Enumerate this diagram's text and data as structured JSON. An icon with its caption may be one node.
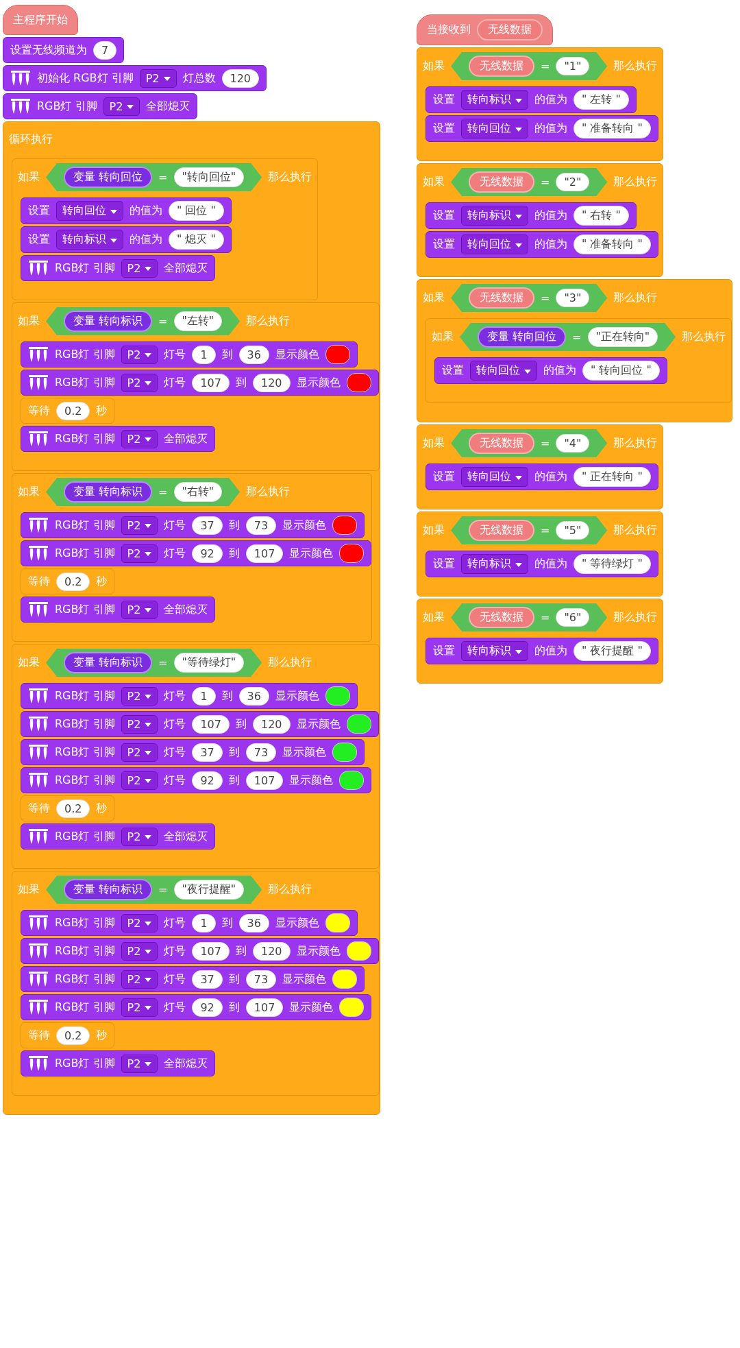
{
  "diagram": {
    "nodes": [
      {
        "text": [
          "主程序开始"
        ]
      },
      {
        "text": [
          "设置无线频道为",
          "7"
        ]
      },
      {
        "text": [
          "初始化 RGB灯 引脚",
          "P2",
          "灯总数",
          "120"
        ]
      },
      {
        "text": [
          "RGB灯 引脚",
          "P2",
          "全部熄灭"
        ]
      },
      {
        "text": [
          "循环执行"
        ]
      },
      {
        "text": [
          "如果",
          "变量 转向回位",
          "=",
          "\"转向回位\"",
          "那么执行"
        ],
        "in": 4
      },
      {
        "text": [
          "设置",
          "转向回位",
          "的值为",
          "\" 回位 \""
        ],
        "in": 5
      },
      {
        "text": [
          "设置",
          "转向标识",
          "的值为",
          "\" 熄灭 \""
        ],
        "in": 5
      },
      {
        "text": [
          "RGB灯 引脚",
          "P2",
          "全部熄灭"
        ],
        "in": 5
      },
      {
        "text": [
          "如果",
          "变量 转向标识",
          "=",
          "\"左转\"",
          "那么执行"
        ],
        "in": 4
      },
      {
        "text": [
          "RGB灯 引脚",
          "P2",
          "灯号",
          "1",
          "到",
          "36",
          "显示颜色"
        ],
        "in": 9
      },
      {
        "text": [],
        "shape": "circle",
        "in": 10
      },
      {
        "text": [
          "RGB灯 引脚",
          "P2",
          "灯号",
          "107",
          "到",
          "120",
          "显示颜色"
        ],
        "in": 9
      },
      {
        "text": [],
        "shape": "circle",
        "in": 12
      },
      {
        "text": [
          "等待",
          "0.2",
          "秒"
        ],
        "in": 9
      },
      {
        "text": [
          "RGB灯 引脚",
          "P2",
          "全部熄灭"
        ],
        "in": 9
      },
      {
        "text": [
          "如果",
          "变量 转向标识",
          "=",
          "\"右转\"",
          "那么执行"
        ],
        "in": 4
      },
      {
        "text": [
          "RGB灯 引脚",
          "P2",
          "灯号",
          "37",
          "到",
          "73",
          "显示颜色"
        ],
        "in": 16
      },
      {
        "text": [],
        "shape": "circle",
        "in": 17
      },
      {
        "text": [
          "RGB灯 引脚",
          "P2",
          "灯号",
          "92",
          "到",
          "107",
          "显示颜色"
        ],
        "in": 16
      },
      {
        "text": [],
        "shape": "circle",
        "in": 19
      },
      {
        "text": [
          "等待",
          "0.2",
          "秒"
        ],
        "in": 16
      },
      {
        "text": [
          "RGB灯 引脚",
          "P2",
          "全部熄灭"
        ],
        "in": 16
      },
      {
        "text": [
          "如果",
          "变量 转向标识",
          "=",
          "\"等待绿灯\"",
          "那么执行"
        ],
        "in": 4
      },
      {
        "text": [
          "RGB灯 引脚",
          "P2",
          "灯号",
          "1",
          "到",
          "36",
          "显示颜色"
        ],
        "in": 23
      },
      {
        "text": [],
        "shape": "circle",
        "in": 24
      },
      {
        "text": [
          "RGB灯 引脚",
          "P2",
          "灯号",
          "107",
          "到",
          "120",
          "显示颜色"
        ],
        "in": 23
      },
      {
        "text": [],
        "shape": "circle",
        "in": 26
      },
      {
        "text": [
          "RGB灯 引脚",
          "P2",
          "灯号",
          "37",
          "到",
          "73",
          "显示颜色"
        ],
        "in": 23
      },
      {
        "text": [],
        "shape": "circle",
        "in": 28
      },
      {
        "text": [
          "RGB灯 引脚",
          "P2",
          "灯号",
          "92",
          "到",
          "107",
          "显示颜色"
        ],
        "in": 23
      },
      {
        "text": [],
        "shape": "circle",
        "in": 30
      },
      {
        "text": [
          "等待",
          "0.2",
          "秒"
        ],
        "in": 23
      },
      {
        "text": [
          "RGB灯 引脚",
          "P2",
          "全部熄灭"
        ],
        "in": 23
      },
      {
        "text": [
          "如果",
          "变量 转向标识",
          "=",
          "\"夜行提醒\"",
          "那么执行"
        ],
        "in": 4
      },
      {
        "text": [
          "RGB灯 引脚",
          "P2",
          "灯号",
          "1",
          "到",
          "36",
          "显示颜色"
        ],
        "in": 34
      },
      {
        "text": [],
        "shape": "circle",
        "in": 35
      },
      {
        "text": [
          "RGB灯 引脚",
          "P2",
          "灯号",
          "107",
          "到",
          "120",
          "显示颜色"
        ],
        "in": 34
      },
      {
        "text": [],
        "shape": "circle",
        "in": 37
      },
      {
        "text": [
          "RGB灯 引脚",
          "P2",
          "灯号",
          "37",
          "到",
          "73",
          "显示颜色"
        ],
        "in": 34
      },
      {
        "text": [],
        "shape": "circle",
        "in": 39
      },
      {
        "text": [
          "RGB灯 引脚",
          "P2",
          "灯号",
          "92",
          "到",
          "107",
          "显示颜色"
        ],
        "in": 34
      },
      {
        "text": [],
        "shape": "circle",
        "in": 41
      },
      {
        "text": [
          "等待",
          "0.2",
          "秒"
        ],
        "in": 34
      },
      {
        "text": [
          "RGB灯 引脚",
          "P2",
          "全部熄灭"
        ],
        "in": 34
      },
      {
        "text": [
          "当接收到",
          "无线数据"
        ]
      },
      {
        "text": [
          "如果",
          "无线数据",
          "=",
          "\"1\"",
          "那么执行"
        ]
      },
      {
        "text": [
          "设置",
          "转向标识",
          "的值为",
          "\" 左转 \""
        ],
        "in": 46
      },
      {
        "text": [
          "设置",
          "转向回位",
          "的值为",
          "\" 准备转向 \""
        ],
        "in": 46
      },
      {
        "text": [
          "如果",
          "无线数据",
          "=",
          "\"2\"",
          "那么执行"
        ]
      },
      {
        "text": [
          "设置",
          "转向标识",
          "的值为",
          "\" 右转 \""
        ],
        "in": 49
      },
      {
        "text": [
          "设置",
          "转向回位",
          "的值为",
          "\" 准备转向 \""
        ],
        "in": 49
      },
      {
        "text": [
          "如果",
          "无线数据",
          "=",
          "\"3\"",
          "那么执行"
        ]
      },
      {
        "text": [
          "如果",
          "变量 转向回位",
          "=",
          "\"正在转向\"",
          "那么执行"
        ],
        "in": 52
      },
      {
        "text": [
          "设置",
          "转向回位",
          "的值为",
          "\" 转向回位 \""
        ],
        "in": 53
      },
      {
        "text": [
          "如果",
          "无线数据",
          "=",
          "\"4\"",
          "那么执行"
        ]
      },
      {
        "text": [
          "设置",
          "转向回位",
          "的值为",
          "\" 正在转向 \""
        ],
        "in": 55
      },
      {
        "text": [
          "如果",
          "无线数据",
          "=",
          "\"5\"",
          "那么执行"
        ]
      },
      {
        "text": [
          "设置",
          "转向标识",
          "的值为",
          "\" 等待绿灯 \""
        ],
        "in": 57
      },
      {
        "text": [
          "如果",
          "无线数据",
          "=",
          "\"6\"",
          "那么执行"
        ]
      },
      {
        "text": [
          "设置",
          "转向标识",
          "的值为",
          "\" 夜行提醒 \""
        ],
        "in": 59
      }
    ]
  }
}
